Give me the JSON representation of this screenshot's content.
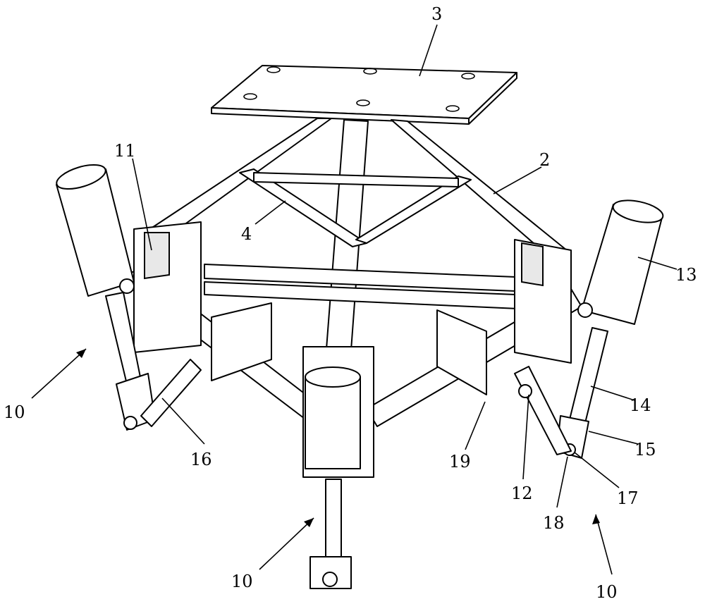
{
  "figure": {
    "labels": {
      "top_plate": "3",
      "side_block": "11",
      "upper_strut": "2",
      "cross_brace": "4",
      "motor": "13",
      "rod": "14",
      "joint": "15",
      "pin": "17",
      "bolt": "18",
      "link_arm": "12",
      "bracket": "19",
      "lower_link": "16",
      "leg_left": "10",
      "leg_center": "10",
      "leg_right": "10"
    }
  }
}
